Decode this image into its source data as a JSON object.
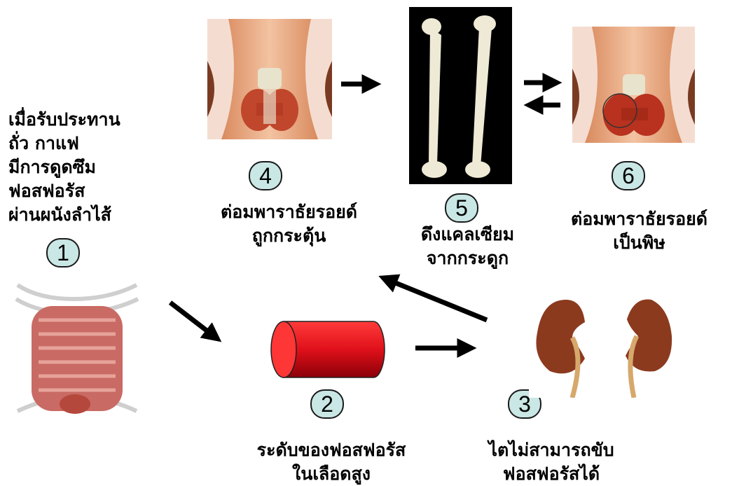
{
  "intro": {
    "lines": [
      "เมื่อรับประทาน",
      "ถั่ว กาแฟ",
      "มีการดูดซึม",
      "ฟอสฟอรัส",
      "ผ่านผนังลำไส้"
    ]
  },
  "steps": [
    {
      "number": "1",
      "lines": []
    },
    {
      "number": "2",
      "lines": [
        "ระดับของฟอสฟอรัส",
        "ในเลือดสูง"
      ]
    },
    {
      "number": "3",
      "lines": [
        "ไตไม่สามารถขับ",
        "ฟอสฟอรัสได้"
      ]
    },
    {
      "number": "4",
      "lines": [
        "ต่อมพาราธัยรอยด์",
        "ถูกกระตุ้น"
      ]
    },
    {
      "number": "5",
      "lines": [
        "ดึงแคลเซียม",
        "จากกระดูก"
      ]
    },
    {
      "number": "6",
      "lines": [
        "ต่อมพาราธัยรอยด์",
        "เป็นพิษ"
      ]
    }
  ],
  "colors": {
    "cylinder": "#e0101a",
    "badge": "#c9e7e5",
    "kidney": "#8b3a1e",
    "thyroid_bg": "#e8a37c",
    "bone_bg": "#000000"
  }
}
